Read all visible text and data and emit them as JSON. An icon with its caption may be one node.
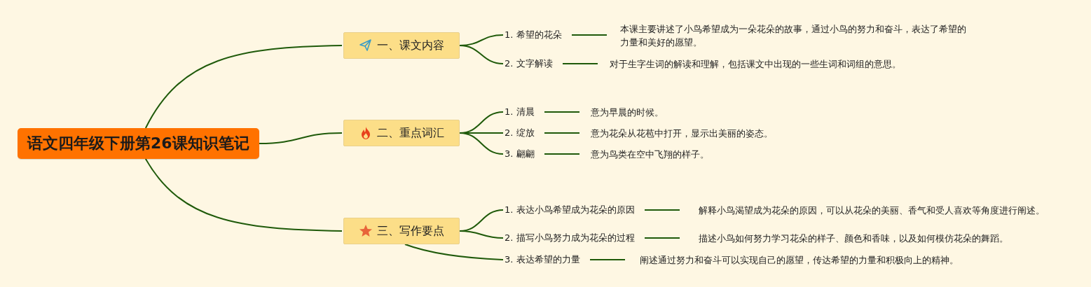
{
  "diagram": {
    "nodes": [
      {
        "text": [
          "语文四年级下册第26课知识笔记"
        ]
      },
      {
        "text": [
          "一、课文内容"
        ]
      },
      {
        "text": [
          "1. 希望的花朵"
        ]
      },
      {
        "text": [
          "本课主要讲述了小鸟希望成为一朵花朵的故事，通过小鸟的努力和奋斗，表达了希望的力量和美好的愿望。"
        ]
      },
      {
        "text": [
          "2. 文字解读"
        ]
      },
      {
        "text": [
          "对于生字生词的解读和理解，包括课文中出现的一些生词和词组的意思。"
        ]
      },
      {
        "text": [
          "二、重点词汇"
        ]
      },
      {
        "text": [
          "1. 清晨"
        ]
      },
      {
        "text": [
          "意为早晨的时候。"
        ]
      },
      {
        "text": [
          "2. 绽放"
        ]
      },
      {
        "text": [
          "意为花朵从花苞中打开，显示出美丽的姿态。"
        ]
      },
      {
        "text": [
          "3. 翩翩"
        ]
      },
      {
        "text": [
          "意为鸟类在空中飞翔的样子。"
        ]
      },
      {
        "text": [
          "三、写作要点"
        ]
      },
      {
        "text": [
          "1. 表达小鸟希望成为花朵的原因"
        ]
      },
      {
        "text": [
          "解释小鸟渴望成为花朵的原因，可以从花朵的美丽、香气和受人喜欢等角度进行阐述。"
        ]
      },
      {
        "text": [
          "2. 描写小鸟努力成为花朵的过程"
        ]
      },
      {
        "text": [
          "描述小鸟如何努力学习花朵的样子、颜色和香味，以及如何模仿花朵的舞蹈。"
        ]
      },
      {
        "text": [
          "3. 表达希望的力量"
        ]
      },
      {
        "text": [
          "阐述通过努力和奋斗可以实现自己的愿望，传达希望的力量和积极向上的精神。"
        ]
      }
    ],
    "edges": [
      {
        "from": 0,
        "to": 1,
        "arrow": "none"
      },
      {
        "from": 1,
        "to": 2,
        "arrow": "none"
      },
      {
        "from": 2,
        "to": 3,
        "arrow": "none"
      },
      {
        "from": 1,
        "to": 4,
        "arrow": "none"
      },
      {
        "from": 4,
        "to": 5,
        "arrow": "none"
      },
      {
        "from": 0,
        "to": 6,
        "arrow": "none"
      },
      {
        "from": 6,
        "to": 7,
        "arrow": "none"
      },
      {
        "from": 7,
        "to": 8,
        "arrow": "none"
      },
      {
        "from": 6,
        "to": 9,
        "arrow": "none"
      },
      {
        "from": 9,
        "to": 10,
        "arrow": "none"
      },
      {
        "from": 6,
        "to": 11,
        "arrow": "none"
      },
      {
        "from": 11,
        "to": 12,
        "arrow": "none"
      },
      {
        "from": 0,
        "to": 13,
        "arrow": "none"
      },
      {
        "from": 13,
        "to": 14,
        "arrow": "none"
      },
      {
        "from": 14,
        "to": 15,
        "arrow": "none"
      },
      {
        "from": 13,
        "to": 16,
        "arrow": "none"
      },
      {
        "from": 16,
        "to": 17,
        "arrow": "none"
      },
      {
        "from": 13,
        "to": 18,
        "arrow": "none"
      },
      {
        "from": 18,
        "to": 19,
        "arrow": "none"
      }
    ]
  }
}
